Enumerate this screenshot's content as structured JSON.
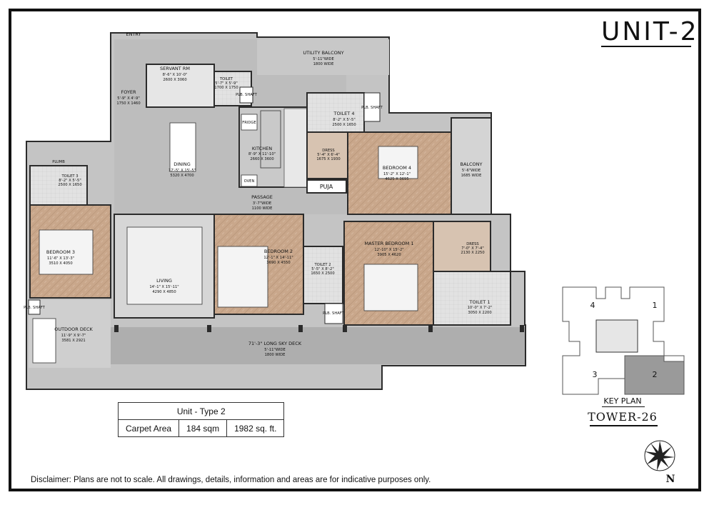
{
  "title": "UNIT-2",
  "rooms": {
    "entry": "ENTRY",
    "servant": {
      "name": "SERVANT RM",
      "dim_ft": "8'-6\" X 10'-0\"",
      "dim_mm": "2600 X 3060"
    },
    "utility": {
      "name": "UTILITY BALCONY",
      "dim_ft": "5'-11\"WIDE",
      "dim_mm": "1800 WIDE"
    },
    "foyer": {
      "name": "FOYER",
      "dim_ft": "5'-9\" X 4'-9\"",
      "dim_mm": "1750 X 1460"
    },
    "toilet_small": {
      "name": "TOILET",
      "dim_ft": "5'-7\" X 5'-9\"",
      "dim_mm": "1700 X 1750"
    },
    "plb1": "PLB. SHAFT",
    "toilet4": {
      "name": "TOILET 4",
      "dim_ft": "8'-2\" X 5'-5\"",
      "dim_mm": "2500 X 1650"
    },
    "plb2": "PLB. SHAFT",
    "fridge": "FRIDGE",
    "kitchen": {
      "name": "KITCHEN",
      "dim_ft": "8'-9\" X 11'-10\"",
      "dim_mm": "2660 X 3600"
    },
    "dining": {
      "name": "DINING",
      "dim_ft": "17'-5\" X 15'-5\"",
      "dim_mm": "5320 X 4700"
    },
    "oven": "OVEN",
    "dress4": {
      "name": "DRESS",
      "dim_ft": "5'-4\" X 6'-4\"",
      "dim_mm": "1675 X 1930"
    },
    "bedroom4": {
      "name": "BEDROOM 4",
      "dim_ft": "15'-2\" X 12'-1\"",
      "dim_mm": "4625 X 3695"
    },
    "balcony": {
      "name": "BALCONY",
      "dim_ft": "5'-6\"WIDE",
      "dim_mm": "1685 WIDE"
    },
    "plumb": "PLUMB",
    "toilet3": {
      "name": "TOILET 3",
      "dim_ft": "8'-2\" X 5'-5\"",
      "dim_mm": "2500 X 1650"
    },
    "puja": "PUJA",
    "passage": {
      "name": "PASSAGE",
      "dim_ft": "3'-7\"WIDE",
      "dim_mm": "1100 WIDE"
    },
    "bedroom3": {
      "name": "BEDROOM 3",
      "dim_ft": "11'-6\" X 13'-3\"",
      "dim_mm": "3510 X 4050"
    },
    "living": {
      "name": "LIVING",
      "dim_ft": "14'-1\" X 15'-11\"",
      "dim_mm": "4290 X 4850"
    },
    "bedroom2": {
      "name": "BEDROOM 2",
      "dim_ft": "12'-1\" X 14'-11\"",
      "dim_mm": "3690 X 4550"
    },
    "toilet2": {
      "name": "TOILET 2",
      "dim_ft": "5'-5\" X 8'-2\"",
      "dim_mm": "1650 X 2500"
    },
    "master": {
      "name": "MASTER BEDROOM 1",
      "dim_ft": "12'-10\" X 15'-2\"",
      "dim_mm": "3905 X 4620"
    },
    "dress1": {
      "name": "DRESS",
      "dim_ft": "7'-0\" X 7'-4\"",
      "dim_mm": "2130 X 2250"
    },
    "toilet1": {
      "name": "TOILET 1",
      "dim_ft": "10'-0\" X 7'-2\"",
      "dim_mm": "3050 X 2200"
    },
    "plb3": "PLB. SHAFT",
    "plb4": "PLB. SHAFT",
    "outdoor": {
      "name": "OUTDOOR DECK",
      "dim_ft": "11'-9\" X 9'-7\"",
      "dim_mm": "3581 X 2921"
    },
    "skydeck": {
      "name": "71'-3\" LONG SKY DECK",
      "dim_ft": "5'-11\"WIDE",
      "dim_mm": "1800 WIDE"
    }
  },
  "area_table": {
    "heading": "Unit - Type 2",
    "label": "Carpet Area",
    "sqm": "184 sqm",
    "sqft": "1982 sq. ft."
  },
  "key_plan": {
    "caption": "KEY PLAN",
    "tower": "TOWER-26",
    "units": [
      "4",
      "1",
      "3",
      "2"
    ],
    "highlighted_unit": "2",
    "highlight_color": "#9a9a9a"
  },
  "compass": "N",
  "disclaimer": "Disclaimer: Plans are not to scale. All drawings, details, information and areas are for indicative purposes only.",
  "colors": {
    "wall": "#2b2b2b",
    "marble": "#bfbfbf",
    "wood": "#c9a78b",
    "deck": "#aeaeae",
    "tile": "#dcdcdc"
  }
}
